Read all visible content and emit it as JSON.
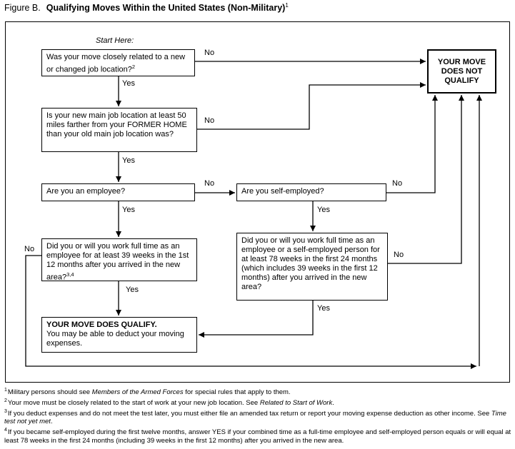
{
  "title": {
    "prefix": "Figure B.",
    "main": "Qualifying Moves Within the United States (Non-Military)",
    "sup": "1"
  },
  "chart": {
    "start_here": "Start Here:",
    "labels": {
      "yes": "Yes",
      "no": "No"
    },
    "boxes": {
      "q1": {
        "text": "Was your move closely related to a new or changed job location?",
        "sup": "2"
      },
      "q2": {
        "text": "Is your new main job location at least 50 miles farther from your FORMER HOME than your old main job location was?"
      },
      "q3": {
        "text": "Are you an employee?"
      },
      "q4": {
        "text": "Are you self-employed?"
      },
      "q5": {
        "text": "Did you or will you work full time as an employee for at least 39 weeks in the 1st 12 months after you arrived in the new area?",
        "sup": "3,4"
      },
      "q6": {
        "text": "Did you or will you work full time as an employee or a self-employed person for at least 78 weeks in the first 24 months (which includes 39 weeks in the first 12 months) after you arrived in the new area?"
      },
      "qualify": {
        "title": "YOUR MOVE DOES QUALIFY.",
        "body": "You may be able to deduct your moving expenses."
      },
      "not_qualify": {
        "text": "YOUR MOVE DOES NOT QUALIFY"
      }
    }
  },
  "footnotes": [
    {
      "num": "1",
      "parts": [
        {
          "text": "Military persons should see "
        },
        {
          "text": "Members of the Armed Forces",
          "italic": true
        },
        {
          "text": " for special rules that apply to them."
        }
      ]
    },
    {
      "num": "2",
      "parts": [
        {
          "text": "Your move must be closely related to the start of work at your new job location. See "
        },
        {
          "text": "Related to Start of Work",
          "italic": true
        },
        {
          "text": "."
        }
      ]
    },
    {
      "num": "3",
      "parts": [
        {
          "text": "If you deduct expenses and do not meet the test later, you must either file an amended tax return or report your moving expense deduction as other income. See "
        },
        {
          "text": "Time test not yet met",
          "italic": true
        },
        {
          "text": "."
        }
      ]
    },
    {
      "num": "4",
      "parts": [
        {
          "text": "If you became self-employed during the first twelve months, answer YES if your combined time as a full-time employee and self-employed person equals or will equal at least 78 weeks in the first 24 months (including 39 weeks in the first 12 months) after you arrived in the new area."
        }
      ]
    }
  ]
}
